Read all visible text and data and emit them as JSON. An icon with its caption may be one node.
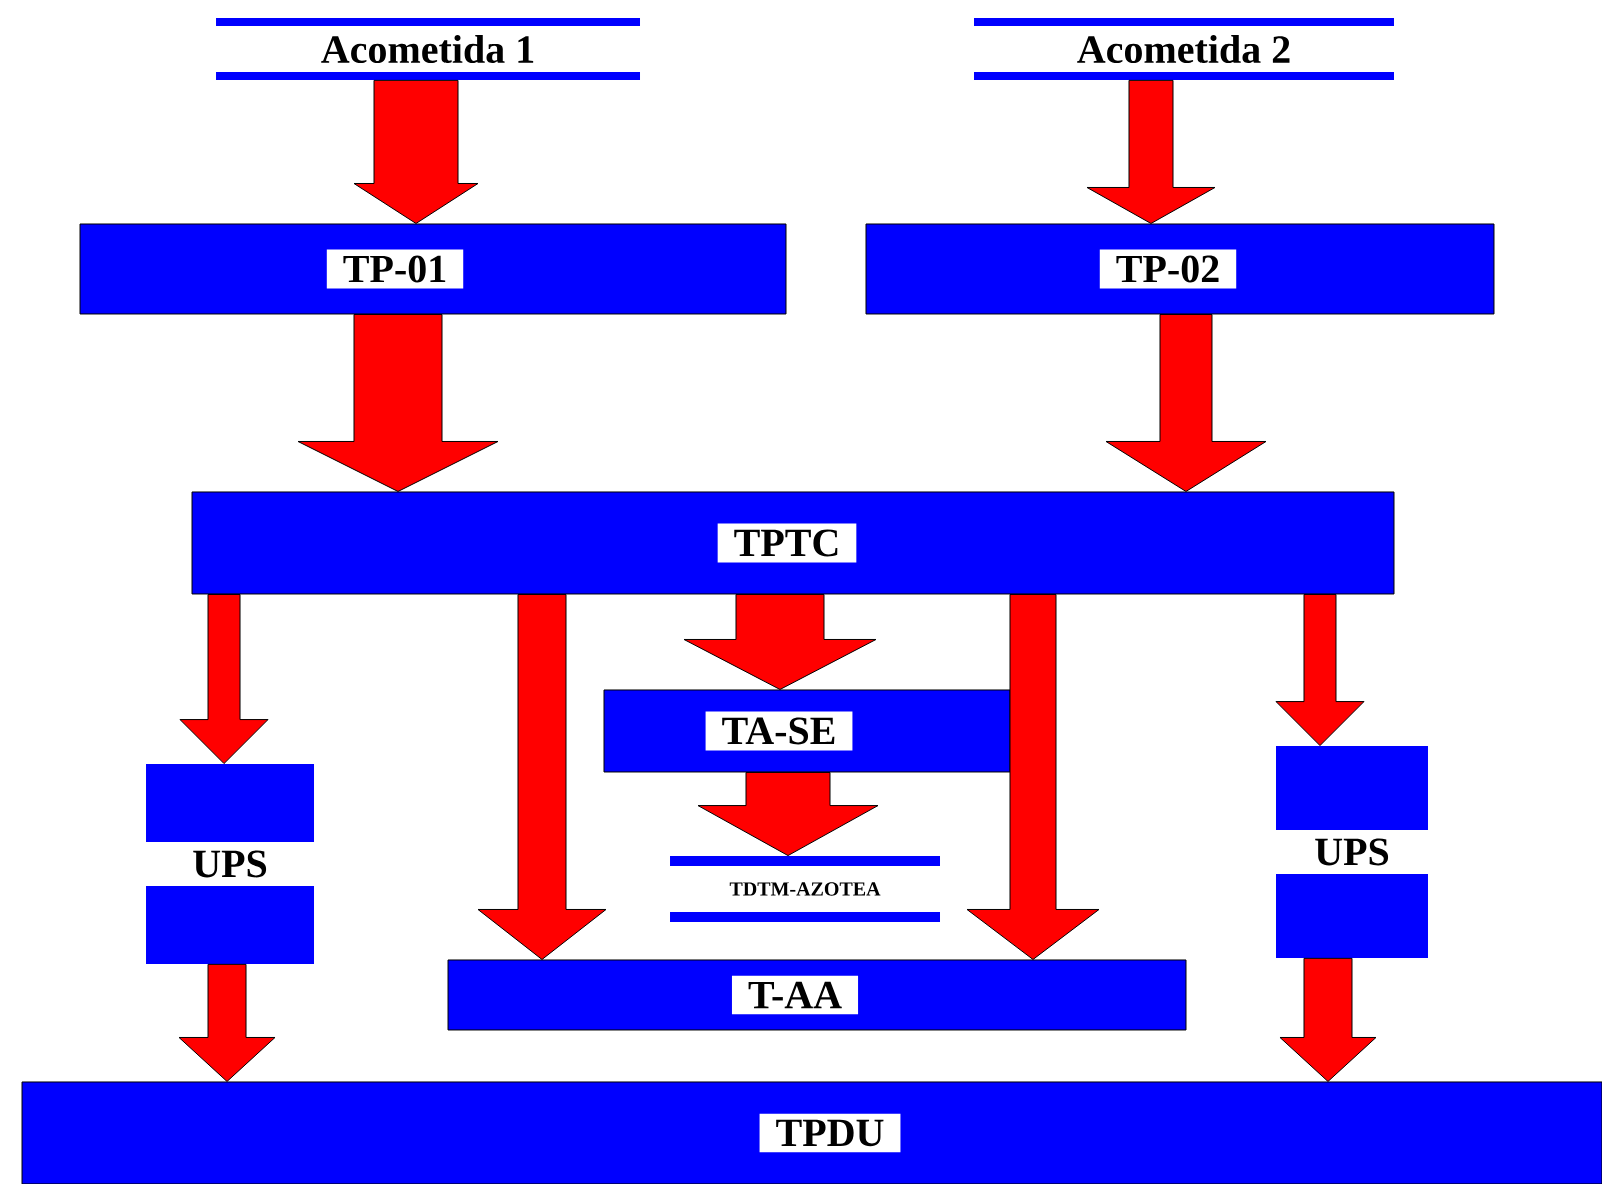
{
  "diagram": {
    "nodes": [
      {
        "text": [
          "Acometida 1"
        ]
      },
      {
        "text": [
          "Acometida 2"
        ]
      },
      {
        "text": [
          "TP-01"
        ]
      },
      {
        "text": [
          "TP-02"
        ]
      },
      {
        "text": [
          "TPTC"
        ]
      },
      {
        "text": [
          "UPS"
        ]
      },
      {
        "text": [
          "TA-SE"
        ]
      },
      {
        "text": [
          "TDTM-AZOTEA"
        ]
      },
      {
        "text": [
          "UPS"
        ]
      },
      {
        "text": [
          "T-AA"
        ]
      },
      {
        "text": [
          "TPDU"
        ]
      }
    ],
    "edges": [
      {
        "from": 0,
        "to": 2,
        "arrow": "to"
      },
      {
        "from": 1,
        "to": 3,
        "arrow": "to"
      },
      {
        "from": 2,
        "to": 4,
        "arrow": "to"
      },
      {
        "from": 3,
        "to": 4,
        "arrow": "to"
      },
      {
        "from": 4,
        "to": 5,
        "arrow": "to"
      },
      {
        "from": 4,
        "to": 9,
        "arrow": "to"
      },
      {
        "from": 4,
        "to": 6,
        "arrow": "to"
      },
      {
        "from": 6,
        "to": 7,
        "arrow": "to"
      },
      {
        "from": 4,
        "to": 9,
        "arrow": "to"
      },
      {
        "from": 4,
        "to": 8,
        "arrow": "to"
      },
      {
        "from": 5,
        "to": 10,
        "arrow": "to"
      },
      {
        "from": 8,
        "to": 10,
        "arrow": "to"
      }
    ]
  }
}
